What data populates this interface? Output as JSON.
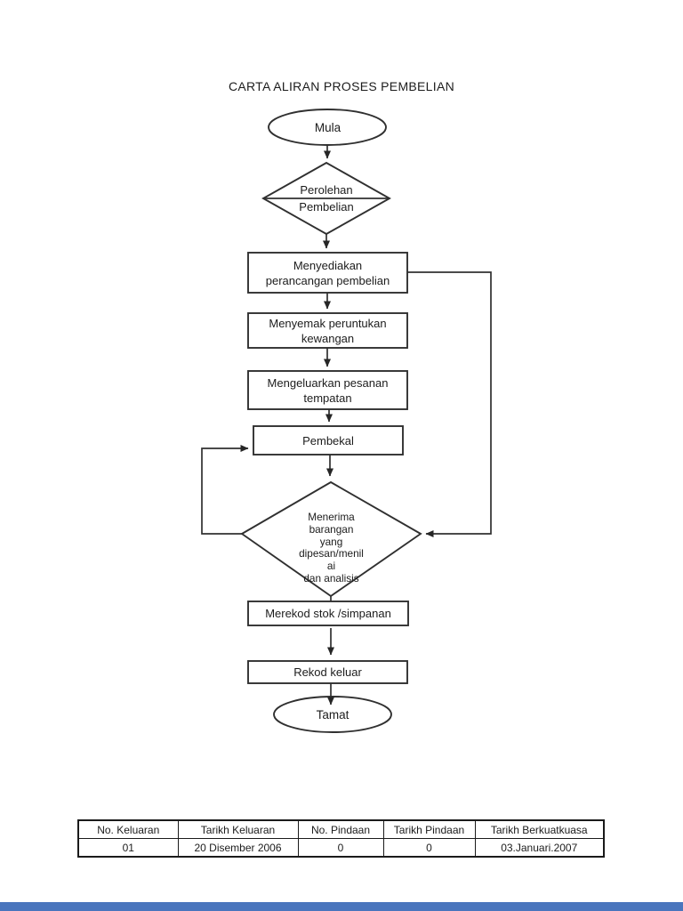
{
  "title": "CARTA ALIRAN PROSES PEMBELIAN",
  "flowchart": {
    "nodes": {
      "start": {
        "type": "terminator",
        "label": "Mula"
      },
      "decision1": {
        "type": "decision",
        "label": "Perolehan\nPembelian"
      },
      "process1": {
        "type": "process",
        "label": "Menyediakan\nperancangan pembelian"
      },
      "process2": {
        "type": "process",
        "label": "Menyemak peruntukan\nkewangan"
      },
      "process3": {
        "type": "process",
        "label": "Mengeluarkan pesanan\ntempatan"
      },
      "process4": {
        "type": "process",
        "label": "Pembekal"
      },
      "decision2": {
        "type": "decision",
        "label": "Menerima\nbarangan\nyang\ndipesan/menil\nai\ndan analisis"
      },
      "process5": {
        "type": "process",
        "label": "Merekod stok /simpanan"
      },
      "process6": {
        "type": "process",
        "label": "Rekod keluar"
      },
      "end": {
        "type": "terminator",
        "label": "Tamat"
      }
    }
  },
  "revision_table": {
    "headers": [
      "No. Keluaran",
      "Tarikh Keluaran",
      "No. Pindaan",
      "Tarikh Pindaan",
      "Tarikh Berkuatkuasa"
    ],
    "rows": [
      [
        "01",
        "20 Disember 2006",
        "0",
        "0",
        "03.Januari.2007"
      ]
    ]
  },
  "colors": {
    "ink": "#303030",
    "footer_bar": "#4a75bd",
    "background": "#ffffff"
  }
}
